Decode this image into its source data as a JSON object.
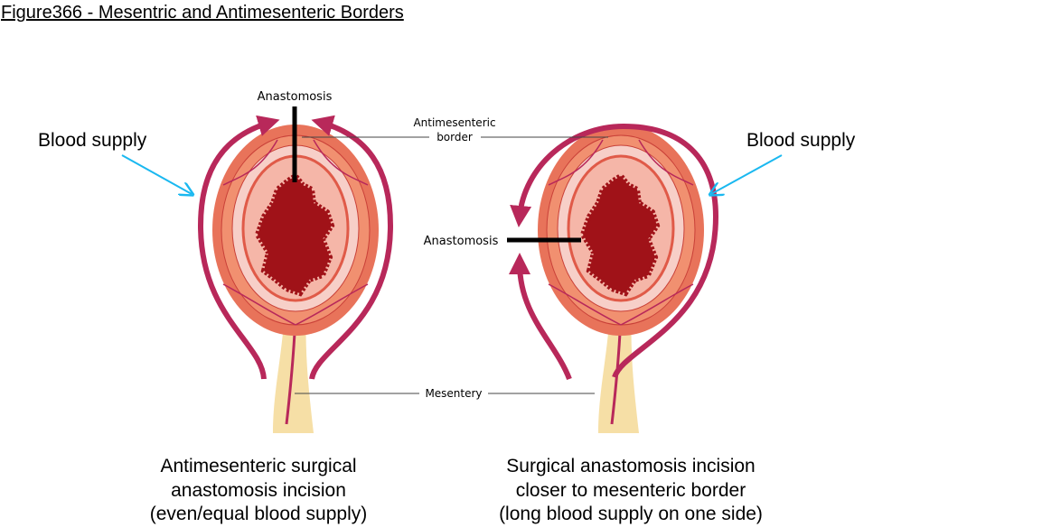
{
  "title": "Figure366 - Mesentric and Antimesenteric Borders",
  "labels": {
    "blood_supply_left": "Blood supply",
    "blood_supply_right": "Blood supply",
    "anastomosis_left": "Anastomosis",
    "anastomosis_right": "Anastomosis",
    "antimesenteric_line1": "Antimesenteric",
    "antimesenteric_line2": "border",
    "mesentery": "Mesentery"
  },
  "captions": {
    "left": [
      "Antimesenteric surgical",
      "anastomosis incision",
      "(even/equal blood supply)"
    ],
    "right": [
      "Surgical anastomosis incision",
      "closer to mesenteric border",
      "(long blood supply on one side)"
    ]
  },
  "colors": {
    "artery": "#b8285a",
    "wall": "#e8735a",
    "lumen": "#a01218",
    "mucosa": "#f5b6a8",
    "fat": "#f6dfa6",
    "cyan": "#1ab8f0"
  }
}
